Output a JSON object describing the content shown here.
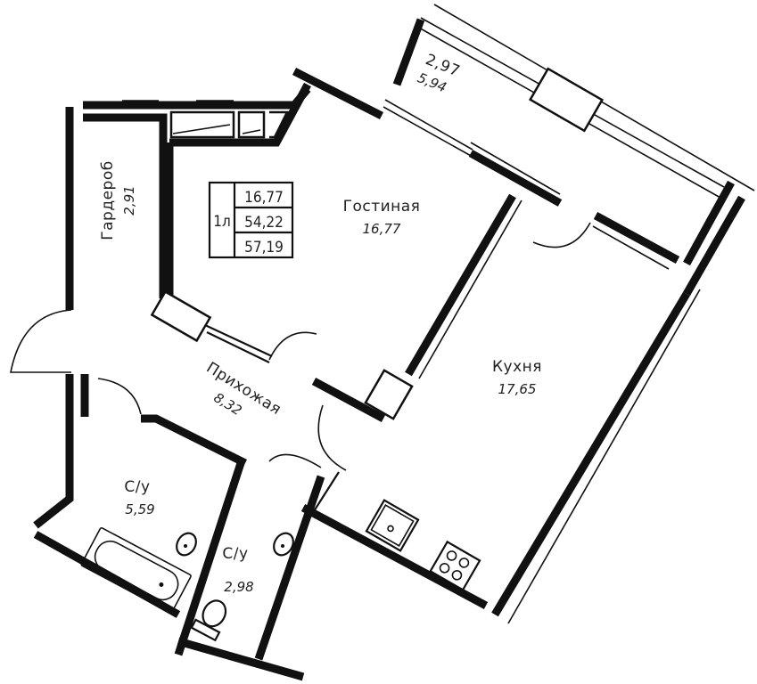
{
  "plan": {
    "type": "apartment-floor-plan",
    "summary_table": {
      "rooms_label": "1л",
      "living_area": "16,77",
      "total_area_no_balcony": "54,22",
      "total_area": "57,19"
    },
    "rooms": [
      {
        "id": "living",
        "name": "Гостиная",
        "area": "16,77"
      },
      {
        "id": "kitchen",
        "name": "Кухня",
        "area": "17,65"
      },
      {
        "id": "hallway",
        "name": "Прихожая",
        "area": "8,32"
      },
      {
        "id": "wardrobe",
        "name": "Гардероб",
        "area": "2,91"
      },
      {
        "id": "bathroom-1",
        "name": "С/у",
        "area": "5,59"
      },
      {
        "id": "bathroom-2",
        "name": "С/у",
        "area": "2,98"
      },
      {
        "id": "balcony",
        "name": "",
        "area": "2,97",
        "area_full": "5,94"
      }
    ],
    "fixtures": [
      "bathtub-icon",
      "sink-icon",
      "sink-icon",
      "toilet-icon",
      "kitchen-sink-icon",
      "stove-icon"
    ],
    "colors": {
      "line": "#111111",
      "background": "#ffffff",
      "text": "#222222"
    }
  }
}
